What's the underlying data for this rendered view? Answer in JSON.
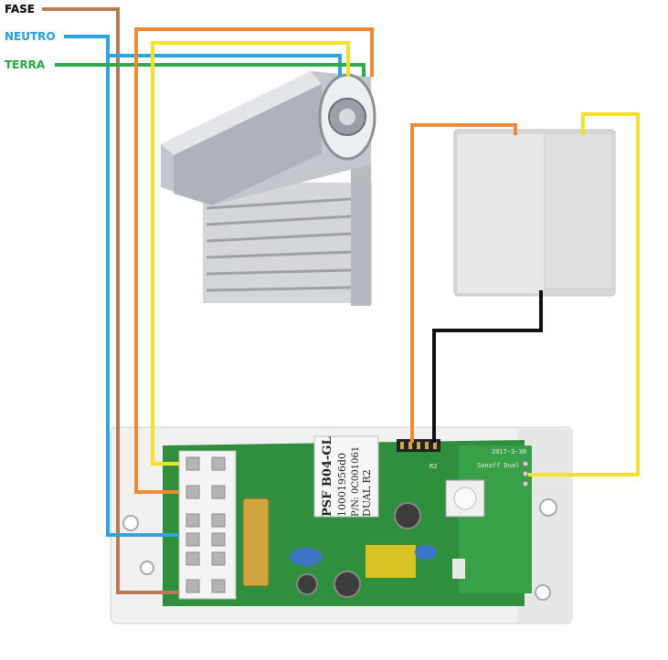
{
  "labels": {
    "fase": "FASE",
    "neutro": "NEUTRO",
    "terra": "TERRA"
  },
  "module": {
    "sticker_line1": "PSF B04-GL",
    "sticker_line2": "10001956d0",
    "sticker_line3": "P/N: 0C001061",
    "sticker_line4": "DUAL R2",
    "brand_text": "Sonoff Dual",
    "date_text": "2017-3-30",
    "header_text": "R2"
  },
  "colors": {
    "fase": "#b87a55",
    "neutro": "#2ea3dc",
    "terra": "#2fa84f",
    "orange": "#f08a32",
    "yellow": "#f4e22a",
    "black": "#111111",
    "pcb": "#2f8f3d",
    "motor_body": "#c9ccd0"
  }
}
